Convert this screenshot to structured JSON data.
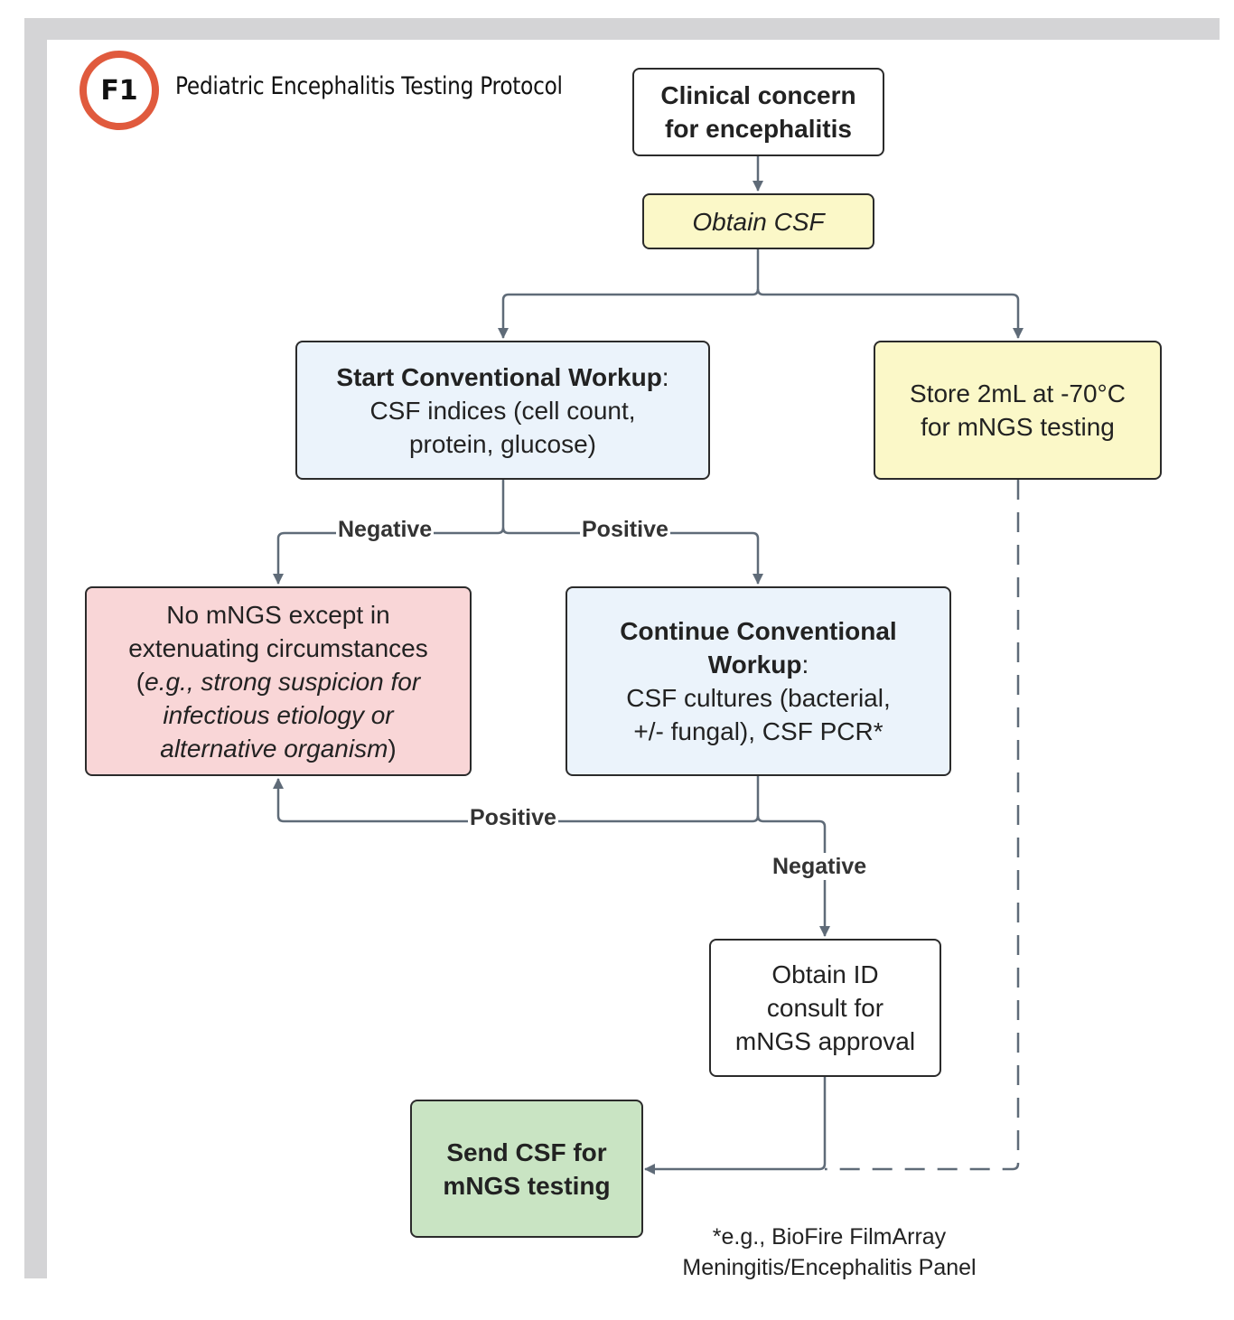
{
  "figure": {
    "badge": "F1",
    "title": "Pediatric Encephalitis Testing Protocol"
  },
  "nodes": {
    "clinical_concern": {
      "line1": "Clinical concern",
      "line2": "for encephalitis"
    },
    "obtain_csf": {
      "text": "Obtain CSF"
    },
    "start_workup": {
      "heading": "Start Conventional Workup",
      "colon": ":",
      "line1": "CSF indices (cell count,",
      "line2": "protein, glucose)"
    },
    "store": {
      "line1": "Store 2mL at -70°C",
      "line2": "for mNGS testing"
    },
    "no_mngs": {
      "line1": "No mNGS except in",
      "line2": "extenuating circumstances",
      "paren_open": "(",
      "italic1": "e.g., strong suspicion for",
      "italic2": "infectious etiology or",
      "italic3": "alternative organism",
      "paren_close": ")"
    },
    "continue_workup": {
      "heading1": "Continue Conventional",
      "heading2": "Workup",
      "colon": ":",
      "line1": "CSF cultures (bacterial,",
      "line2": "+/- fungal), CSF PCR*"
    },
    "id_consult": {
      "line1": "Obtain ID",
      "line2": "consult for",
      "line3": "mNGS approval"
    },
    "send_csf": {
      "line1": "Send CSF for",
      "line2": "mNGS testing"
    }
  },
  "edge_labels": {
    "negative_1": "Negative",
    "positive_1": "Positive",
    "positive_2": "Positive",
    "negative_2": "Negative"
  },
  "footnote": {
    "line1": "*e.g., BioFire FilmArray",
    "line2": "Meningitis/Encephalitis Panel"
  },
  "colors": {
    "badge_ring": "#e05a3d",
    "connector": "#5f6b78",
    "yellow_fill": "#fbf8c8",
    "blue_fill": "#ebf3fb",
    "pink_fill": "#f9d6d7",
    "green_fill": "#c9e4c3"
  }
}
